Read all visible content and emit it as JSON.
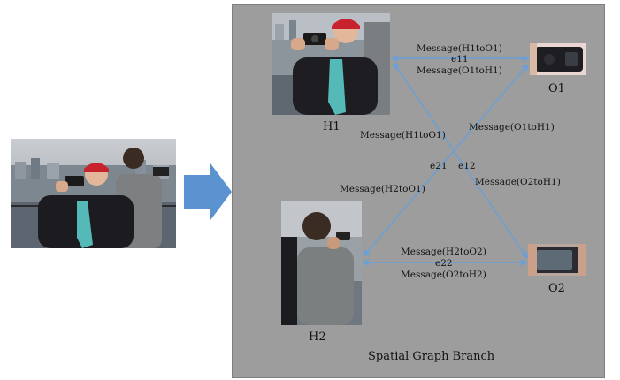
{
  "nodes": {
    "h1": "H1",
    "h2": "H2",
    "o1": "O1",
    "o2": "O2"
  },
  "edges": {
    "e11": {
      "name": "e11",
      "message_top": "Message(H1toO1)",
      "message_bottom": "Message(O1toH1)"
    },
    "e22": {
      "name": "e22",
      "message_top": "Message(H2toO2)",
      "message_bottom": "Message(O2toH2)"
    },
    "e12": {
      "name": "e12",
      "message_h1_side": "Message(H1toO1)",
      "message_o2_side": "Message(O2toH1)"
    },
    "e21": {
      "name": "e21",
      "message_o1_side": "Message(O1toH1)",
      "message_h2_side": "Message(H2toO1)"
    }
  },
  "caption": "Spatial Graph Branch",
  "colors": {
    "arrow": "#5b93d1",
    "edge_line": "#6a9fd8",
    "panel": "#9d9d9d"
  },
  "icons": {
    "big_arrow": "right-arrow-icon"
  }
}
